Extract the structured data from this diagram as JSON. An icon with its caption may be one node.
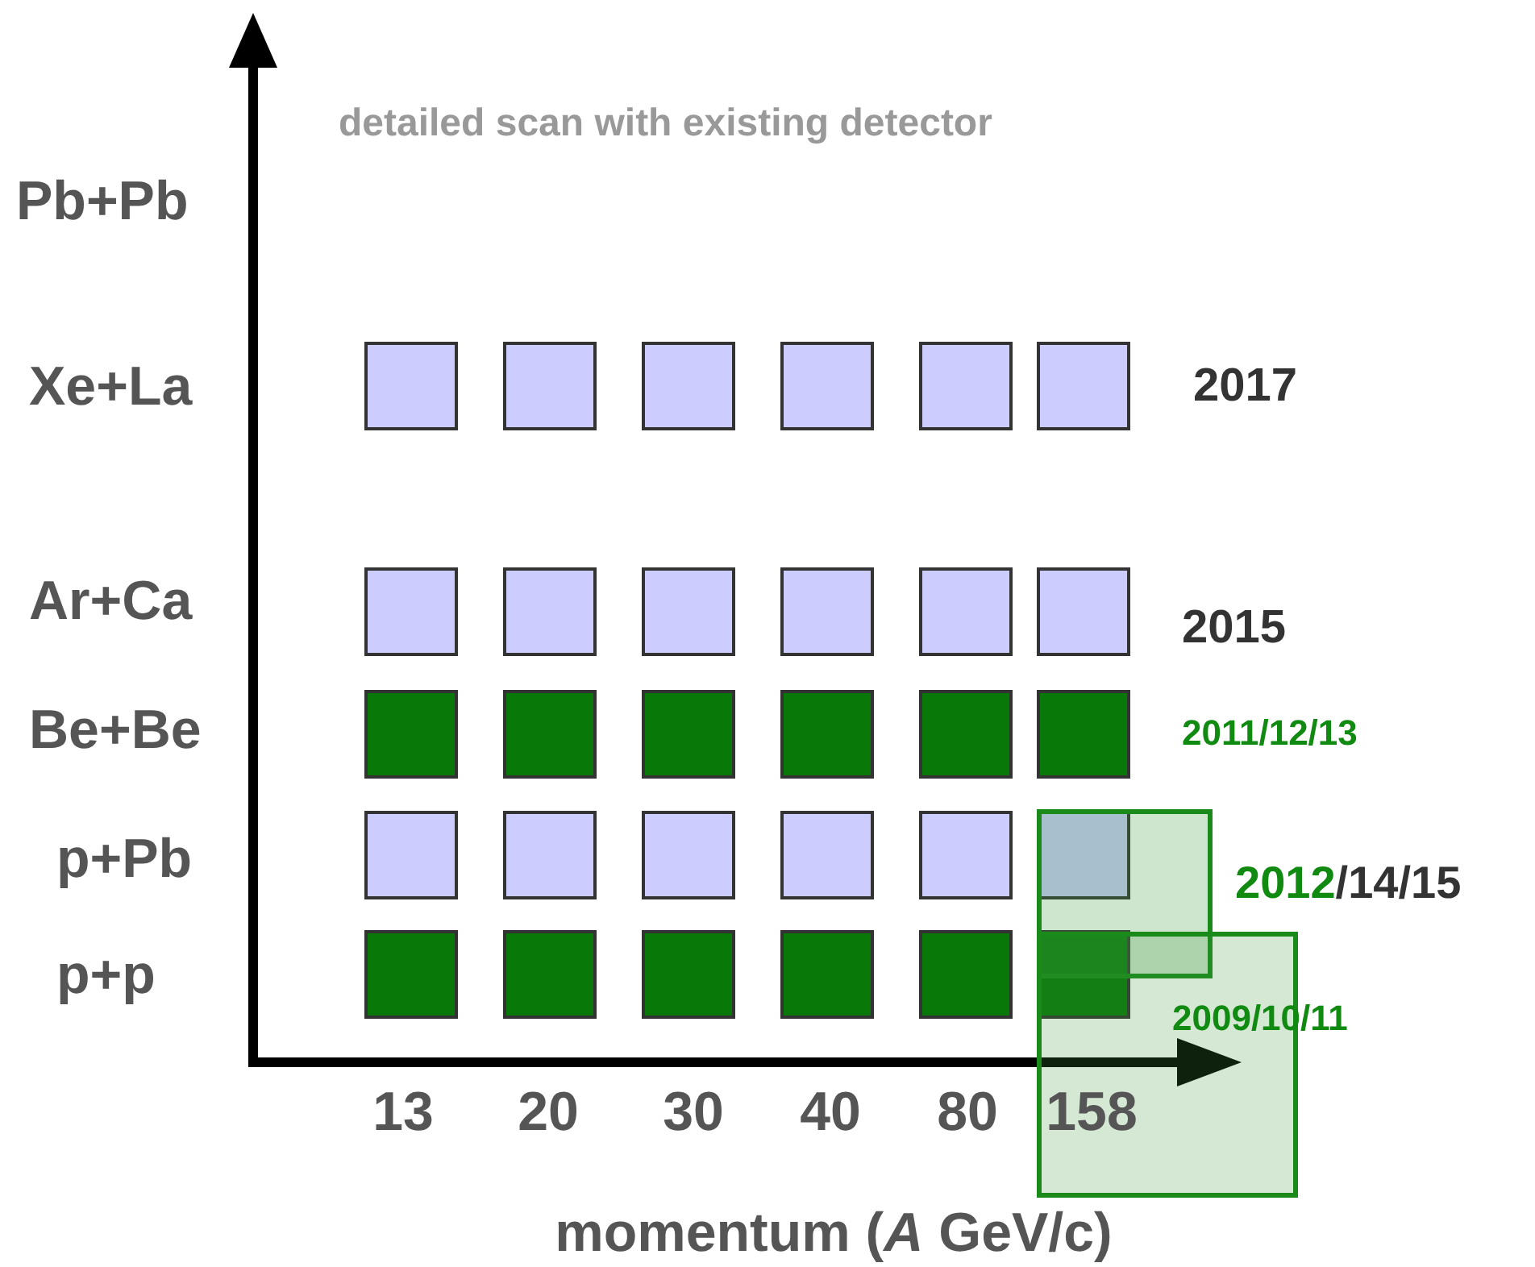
{
  "diagram": {
    "title": "detailed scan with existing detector",
    "labels": [
      "Pb+Pb",
      "Xe+La",
      "2017",
      "Ar+Ca",
      "2015",
      "Be+Be",
      "2011/12/13",
      "p+Pb",
      "2012/14/15",
      "p+p",
      "2009/10/11",
      "13",
      "20",
      "30",
      "40",
      "80",
      "158",
      "momentum (*A* GeV/c)"
    ]
  }
}
